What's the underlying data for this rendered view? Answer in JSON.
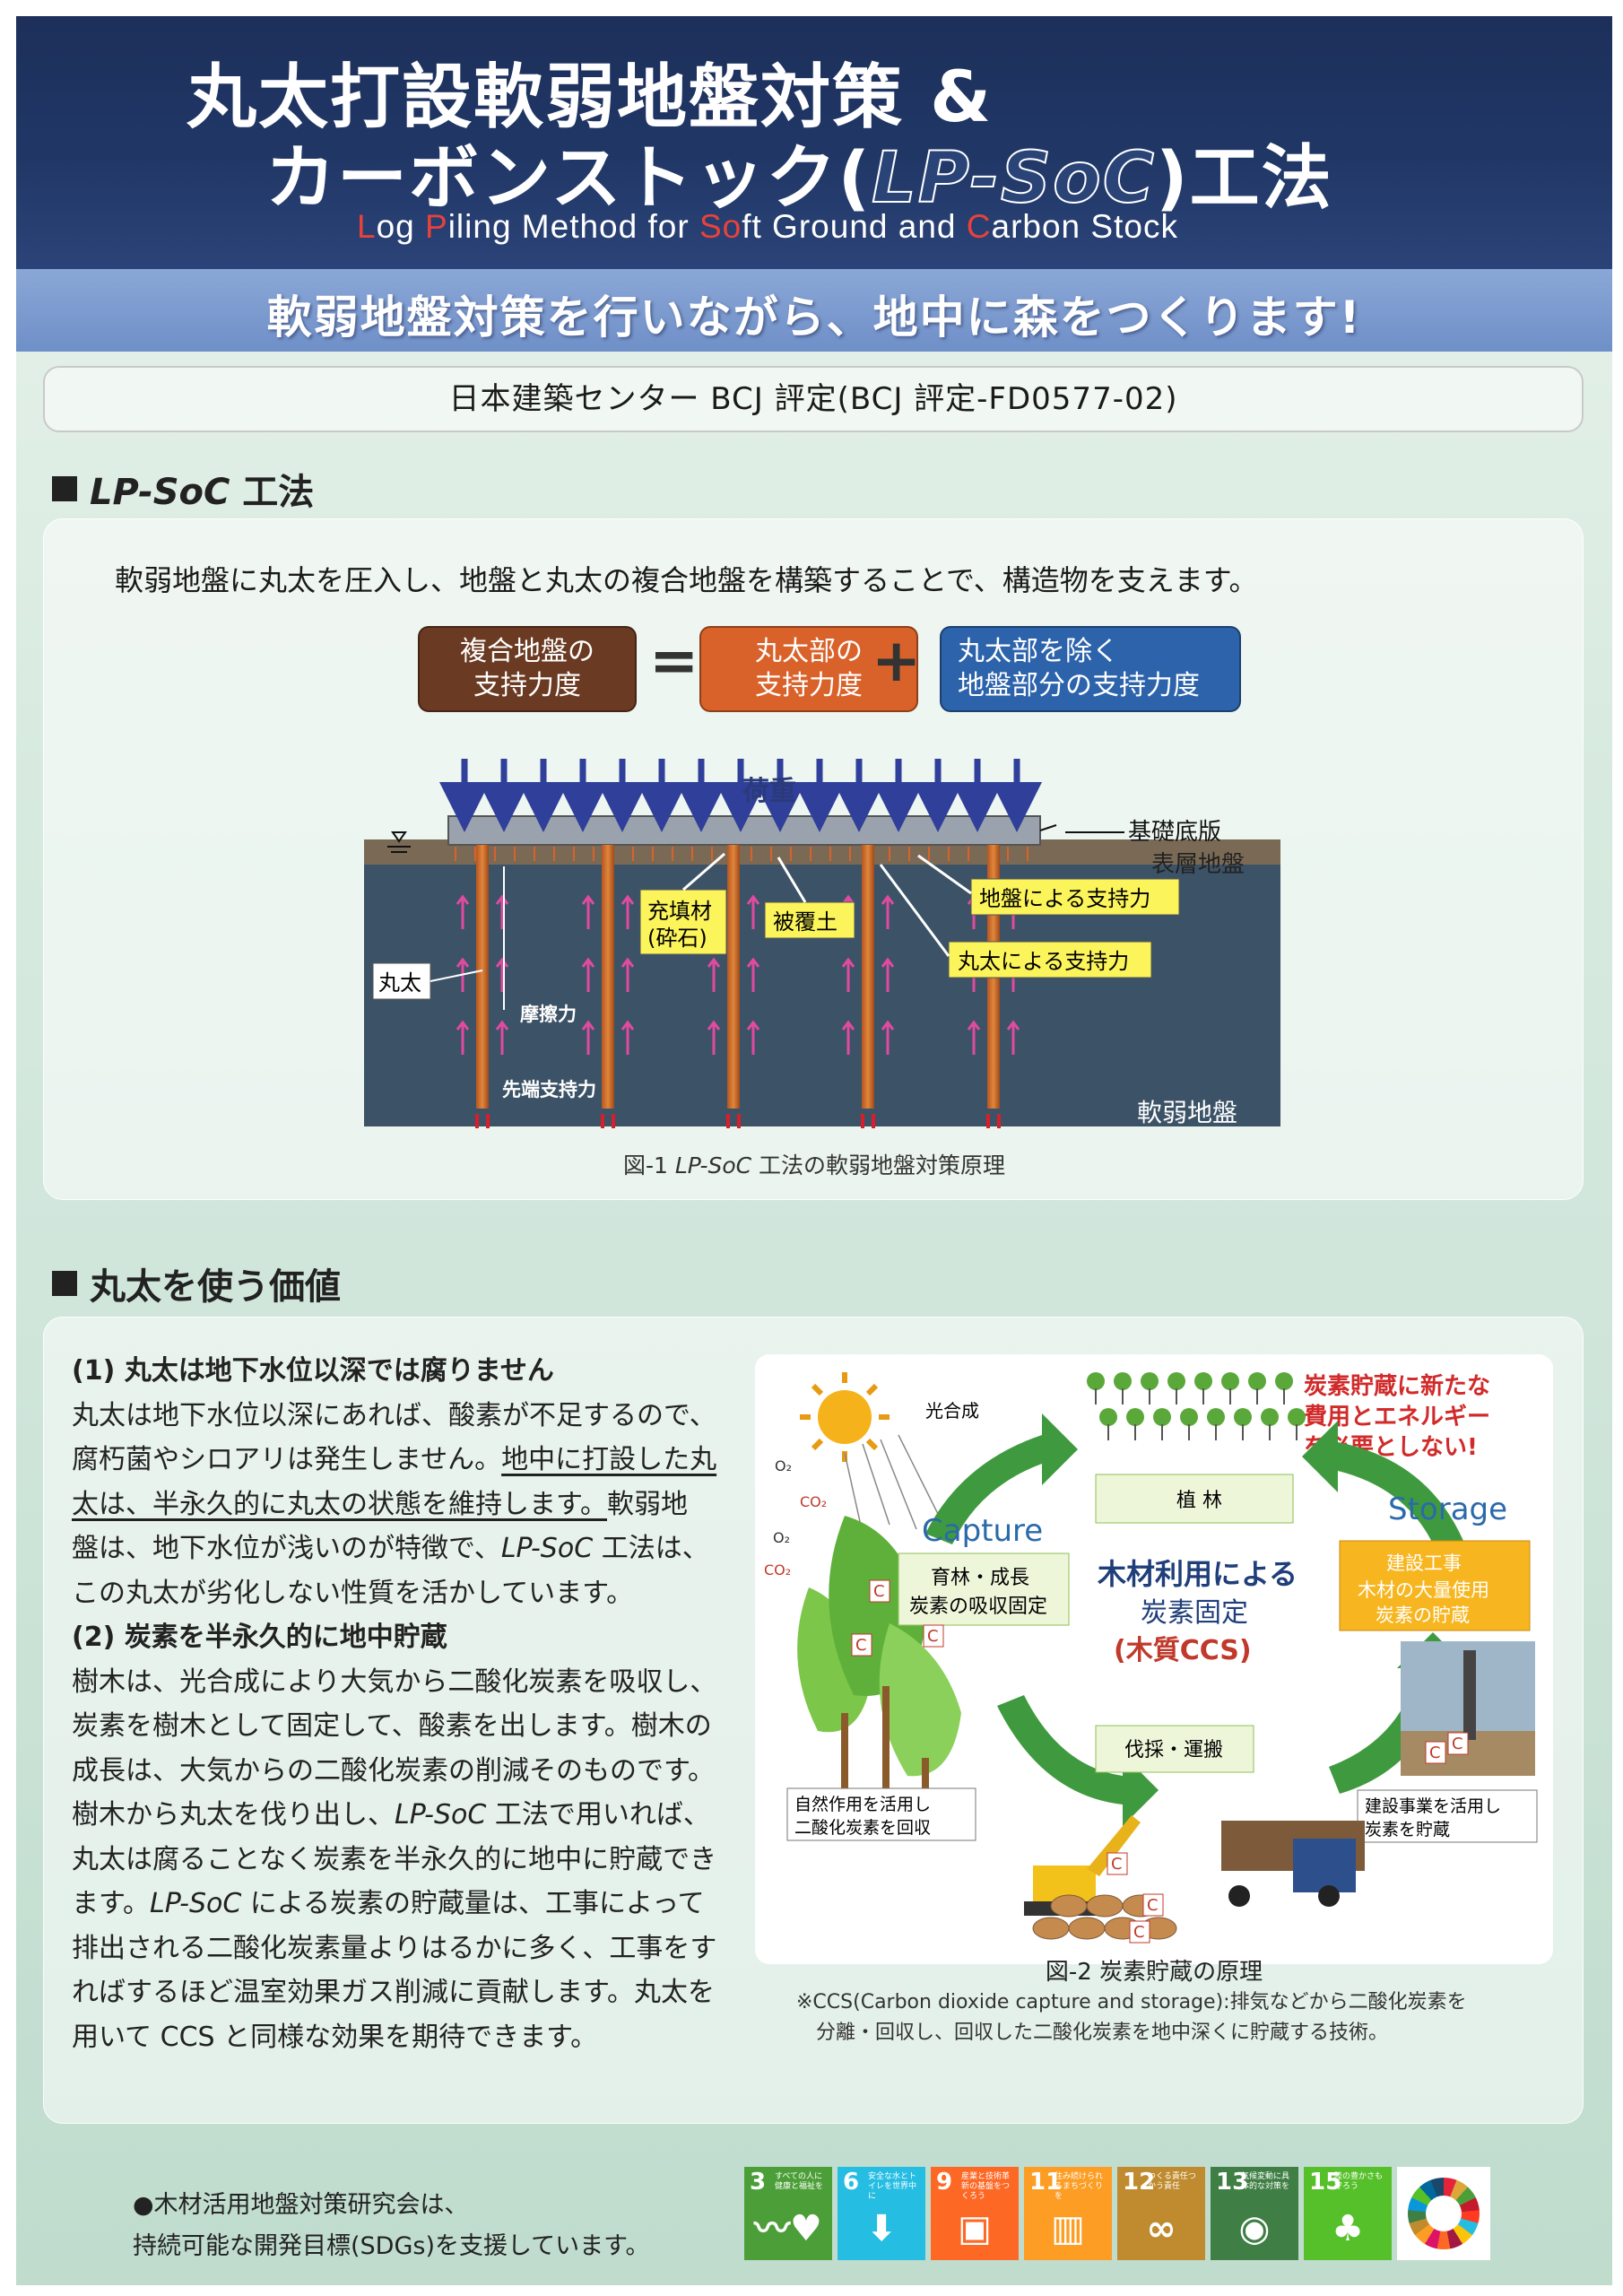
{
  "header": {
    "title_line1": "丸太打設軟弱地盤対策 &",
    "title_line2_pre": "カーボンストック(",
    "title_line2_lp": "LP-SoC",
    "title_line2_post": ")工法",
    "subtitle_parts": [
      {
        "text": "L",
        "red": true
      },
      {
        "text": "og ",
        "red": false
      },
      {
        "text": "P",
        "red": true
      },
      {
        "text": "iling Method for ",
        "red": false
      },
      {
        "text": "So",
        "red": true
      },
      {
        "text": "ft Ground and ",
        "red": false
      },
      {
        "text": "C",
        "red": true
      },
      {
        "text": "arbon Stock",
        "red": false
      }
    ],
    "banner": "軟弱地盤対策を行いながら、地中に森をつくります!"
  },
  "certification": "日本建築センター BCJ 評定(BCJ 評定-FD0577-02)",
  "section1": {
    "heading_italic": "LP-SoC",
    "heading_rest": " 工法",
    "lead": "軟弱地盤に丸太を圧入し、地盤と丸太の複合地盤を構築することで、構造物を支えます。",
    "equation": {
      "box1": [
        "複合地盤の",
        "支持力度"
      ],
      "equals": "=",
      "box2": [
        "丸太部の",
        "支持力度"
      ],
      "plus": "+",
      "box3": [
        "丸太部を除く",
        "地盤部分の支持力度"
      ]
    },
    "diagram": {
      "load": "荷重",
      "foundation": "基礎底版",
      "surface": "表層地盤",
      "fill": [
        "充填材",
        "(砕石)"
      ],
      "cover": "被覆土",
      "ground_support": "地盤による支持力",
      "log_support": "丸太による支持力",
      "log": "丸太",
      "friction": "摩擦力",
      "tip": "先端支持力",
      "soft": "軟弱地盤"
    },
    "caption_pre": "図-1 ",
    "caption_it": "LP-SoC",
    "caption_post": " 工法の軟弱地盤対策原理"
  },
  "section2": {
    "heading": "丸太を使う価値",
    "p1_heading": "(1) 丸太は地下水位以深では腐りません",
    "p1_lines": [
      "丸太は地下水位以深にあれば、酸素が不足するので、",
      "腐朽菌やシロアリは発生しません。",
      "地中に打設した丸",
      "太は、半永久的に丸太の状態を維持します。",
      "軟弱地",
      "盤は、地下水位が浅いのが特徴で、",
      "LP-SoC",
      " 工法は、",
      "この丸太が劣化しない性質を活かしています。"
    ],
    "p2_heading": "(2) 炭素を半永久的に地中貯蔵",
    "p2_lines": [
      "樹木は、光合成により大気から二酸化炭素を吸収し、",
      "炭素を樹木として固定して、酸素を出します。樹木の",
      "成長は、大気からの二酸化炭素の削減そのものです。",
      "樹木から丸太を伐り出し、",
      "LP-SoC",
      " 工法で用いれば、",
      "丸太は腐ることなく炭素を半永久的に地中に貯蔵でき",
      "ます。",
      "LP-SoC",
      " による炭素の貯蔵量は、工事によって",
      "排出される二酸化炭素量よりはるかに多く、工事をす",
      "ればするほど温室効果ガス削減に貢献します。丸太を",
      "用いて CCS と同様な効果を期待できます。"
    ],
    "figure2": {
      "photosynthesis": "光合成",
      "o2": "O₂",
      "co2": "CO₂",
      "red_note": [
        "炭素貯蔵に新たな",
        "費用とエネルギー",
        "を必要としない!"
      ],
      "planting": "植 林",
      "capture": "Capture",
      "storage": "Storage",
      "growth": [
        "育林・成長",
        "炭素の吸収固定"
      ],
      "center": [
        "木材利用による",
        "炭素固定",
        "(木質CCS)"
      ],
      "construction": [
        "建設工事",
        "木材の大量使用",
        "炭素の貯蔵"
      ],
      "harvest": "伐採・運搬",
      "natural": [
        "自然作用を活用し",
        "二酸化炭素を回収"
      ],
      "build": [
        "建設事業を活用し",
        "炭素を貯蔵"
      ],
      "c": "C"
    },
    "caption": "図-2 炭素貯蔵の原理",
    "note_line1": "※CCS(Carbon dioxide capture and storage):排気などから二酸化炭素を",
    "note_line2": "分離・回収し、回収した二酸化炭素を地中深くに貯蔵する技術。"
  },
  "footer": {
    "support_line1": "●木材活用地盤対策研究会は、",
    "support_line2": "持続可能な開発目標(SDGs)を支援しています。",
    "sdgs": [
      {
        "num": "3",
        "title": "すべての人に健康と福祉を",
        "color": "#4c9f38",
        "icon": "heartbeat-icon",
        "glyph": "〰♥"
      },
      {
        "num": "6",
        "title": "安全な水とトイレを世界中に",
        "color": "#26bde2",
        "icon": "water-drop-icon",
        "glyph": "⬇"
      },
      {
        "num": "9",
        "title": "産業と技術革新の基盤をつくろう",
        "color": "#fd6925",
        "icon": "cubes-icon",
        "glyph": "▣"
      },
      {
        "num": "11",
        "title": "住み続けられるまちづくりを",
        "color": "#fd9d24",
        "icon": "city-icon",
        "glyph": "▥"
      },
      {
        "num": "12",
        "title": "つくる責任つかう責任",
        "color": "#bf8b2e",
        "icon": "infinity-icon",
        "glyph": "∞"
      },
      {
        "num": "13",
        "title": "気候変動に具体的な対策を",
        "color": "#3f7e44",
        "icon": "eye-globe-icon",
        "glyph": "◉"
      },
      {
        "num": "15",
        "title": "陸の豊かさも守ろう",
        "color": "#56c02b",
        "icon": "tree-bird-icon",
        "glyph": "♣"
      }
    ]
  }
}
